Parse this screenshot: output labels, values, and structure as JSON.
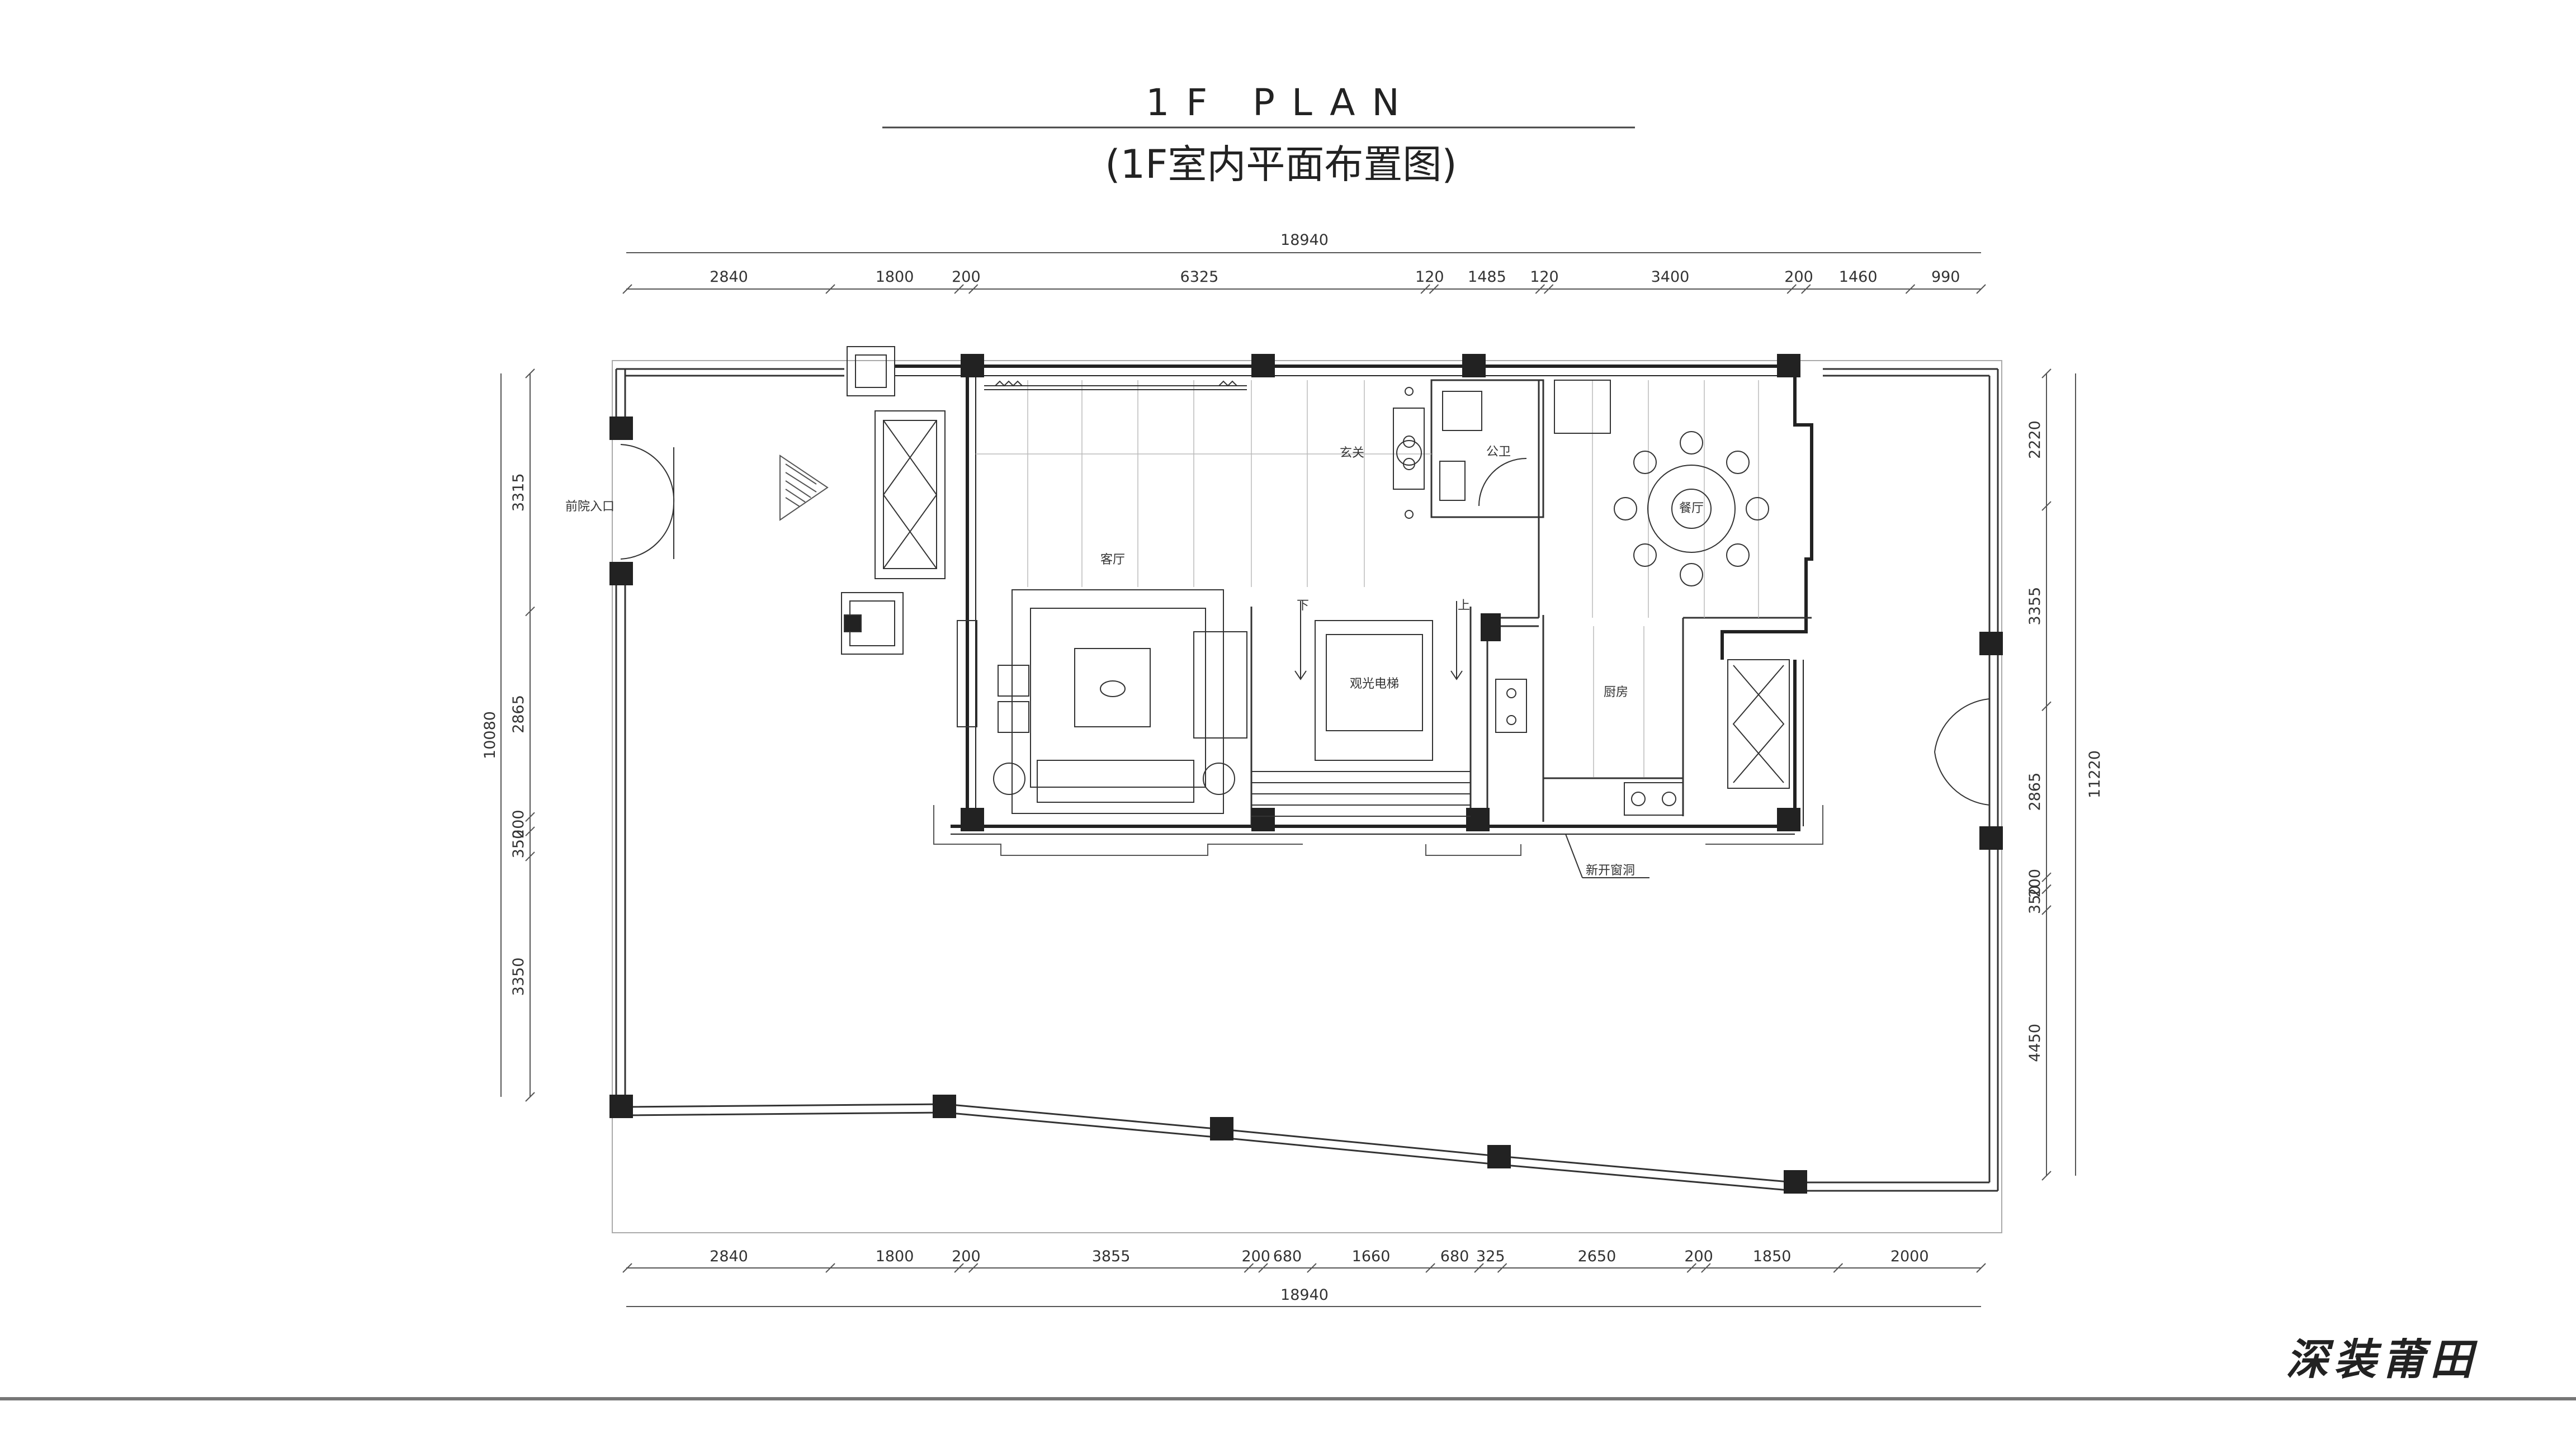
{
  "title": {
    "main": "1F PLAN",
    "sub": "(1F室内平面布置图)"
  },
  "brand": {
    "text": "深装莆田"
  },
  "rooms": {
    "entry_label": "前院入口",
    "living": "客厅",
    "foyer": "玄关",
    "wc": "公卫",
    "dining": "餐厅",
    "kitchen": "厨房",
    "elevator": "观光电梯",
    "stair_down": "下",
    "stair_up": "上",
    "new_window": "新开窗洞"
  },
  "dims": {
    "top_total": "18940",
    "top": [
      "2840",
      "1800",
      "200",
      "6325",
      "120",
      "1485",
      "120",
      "3400",
      "200",
      "1460",
      "990"
    ],
    "bottom_total": "18940",
    "bottom": [
      "2840",
      "1800",
      "200",
      "3855",
      "200",
      "680",
      "1660",
      "680",
      "325",
      "2650",
      "200",
      "1850",
      "2000"
    ],
    "left_total": "10080",
    "left": [
      "3315",
      "2865",
      "200",
      "350",
      "3350"
    ],
    "right_total": "11220",
    "right": [
      "2220",
      "3355",
      "2865",
      "200",
      "350",
      "4450"
    ]
  }
}
